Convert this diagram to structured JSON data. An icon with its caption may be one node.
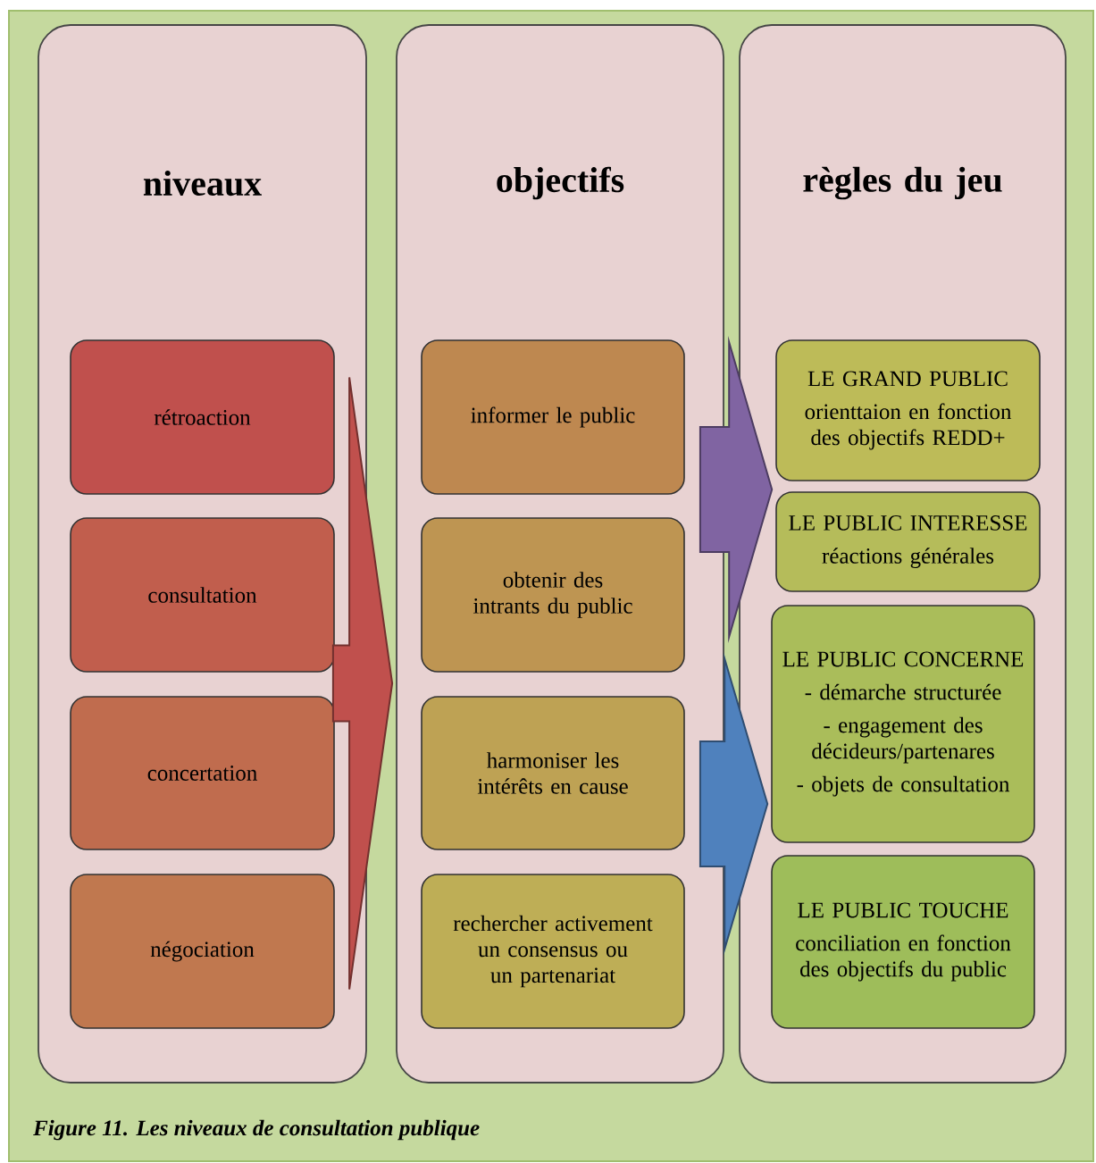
{
  "diagram": {
    "caption": "Figure 11. Les niveaux de consultation publique",
    "nodes": [
      {
        "text": [
          "niveaux"
        ]
      },
      {
        "text": [
          "rétroaction"
        ],
        "in": 0
      },
      {
        "text": [
          "consultation"
        ],
        "in": 0
      },
      {
        "text": [
          "concertation"
        ],
        "in": 0
      },
      {
        "text": [
          "négociation"
        ],
        "in": 0
      },
      {
        "text": [
          "objectifs"
        ]
      },
      {
        "text": [
          "informer le public"
        ],
        "in": 5
      },
      {
        "text": [
          "obtenir des intrants du public"
        ],
        "in": 5
      },
      {
        "text": [
          "harmoniser les intérêts en cause"
        ],
        "in": 5
      },
      {
        "text": [
          "rechercher activement un consensus ou un partenariat"
        ],
        "in": 5
      },
      {
        "text": [
          "règles du jeu"
        ]
      },
      {
        "text": [
          "LE GRAND PUBLIC",
          "orienttaion en fonction des objectifs REDD+"
        ],
        "in": 10
      },
      {
        "text": [
          "LE PUBLIC INTERESSE",
          "réactions générales"
        ],
        "in": 10
      },
      {
        "text": [
          "LE PUBLIC CONCERNE",
          "- démarche structurée",
          "- engagement des décideurs/partenares",
          "- objets de consultation"
        ],
        "in": 10
      },
      {
        "text": [
          "LE PUBLIC TOUCHE",
          "conciliation en fonction des objectifs du public"
        ],
        "in": 10
      }
    ],
    "edges": [
      {
        "from": 0,
        "to": 5,
        "arrow": "to",
        "color": "#c0504d"
      },
      {
        "from": 5,
        "to": 11,
        "arrow": "to",
        "color": "#8064a2"
      },
      {
        "from": 5,
        "to": 12,
        "arrow": "to",
        "color": "#8064a2"
      },
      {
        "from": 5,
        "to": 13,
        "arrow": "to",
        "color": "#4f81bd"
      },
      {
        "from": 5,
        "to": 14,
        "arrow": "to",
        "color": "#4f81bd"
      }
    ]
  }
}
